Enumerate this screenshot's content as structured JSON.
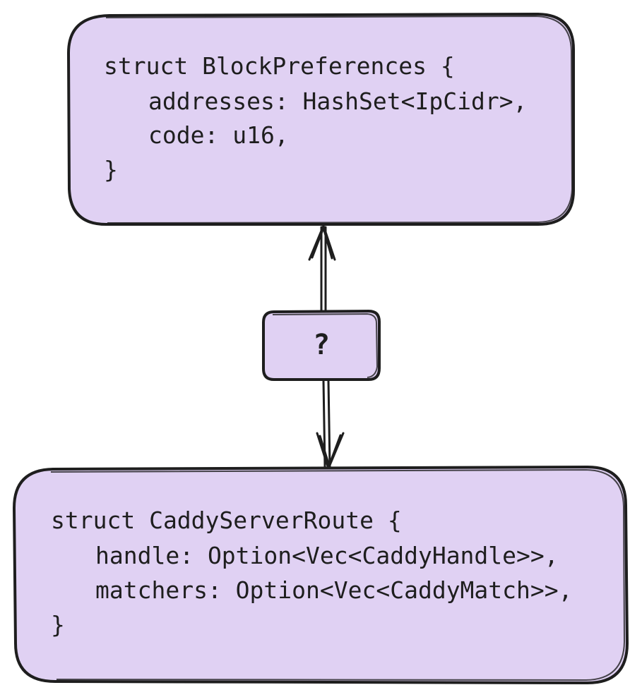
{
  "colors": {
    "box_fill": "#e0d1f3",
    "stroke": "#1e1e1e",
    "background": "#ffffff"
  },
  "top_box": {
    "lines": [
      "struct BlockPreferences {",
      "addresses: HashSet<IpCidr>,",
      "code: u16,",
      "}"
    ]
  },
  "middle_box": {
    "label": "?"
  },
  "bottom_box": {
    "lines": [
      "struct CaddyServerRoute {",
      "handle: Option<Vec<CaddyHandle>>,",
      "matchers: Option<Vec<CaddyMatch>>,",
      "}"
    ]
  },
  "arrows": [
    {
      "from": "middle_box",
      "to": "top_box",
      "head": "up"
    },
    {
      "from": "middle_box",
      "to": "bottom_box",
      "head": "down"
    }
  ]
}
